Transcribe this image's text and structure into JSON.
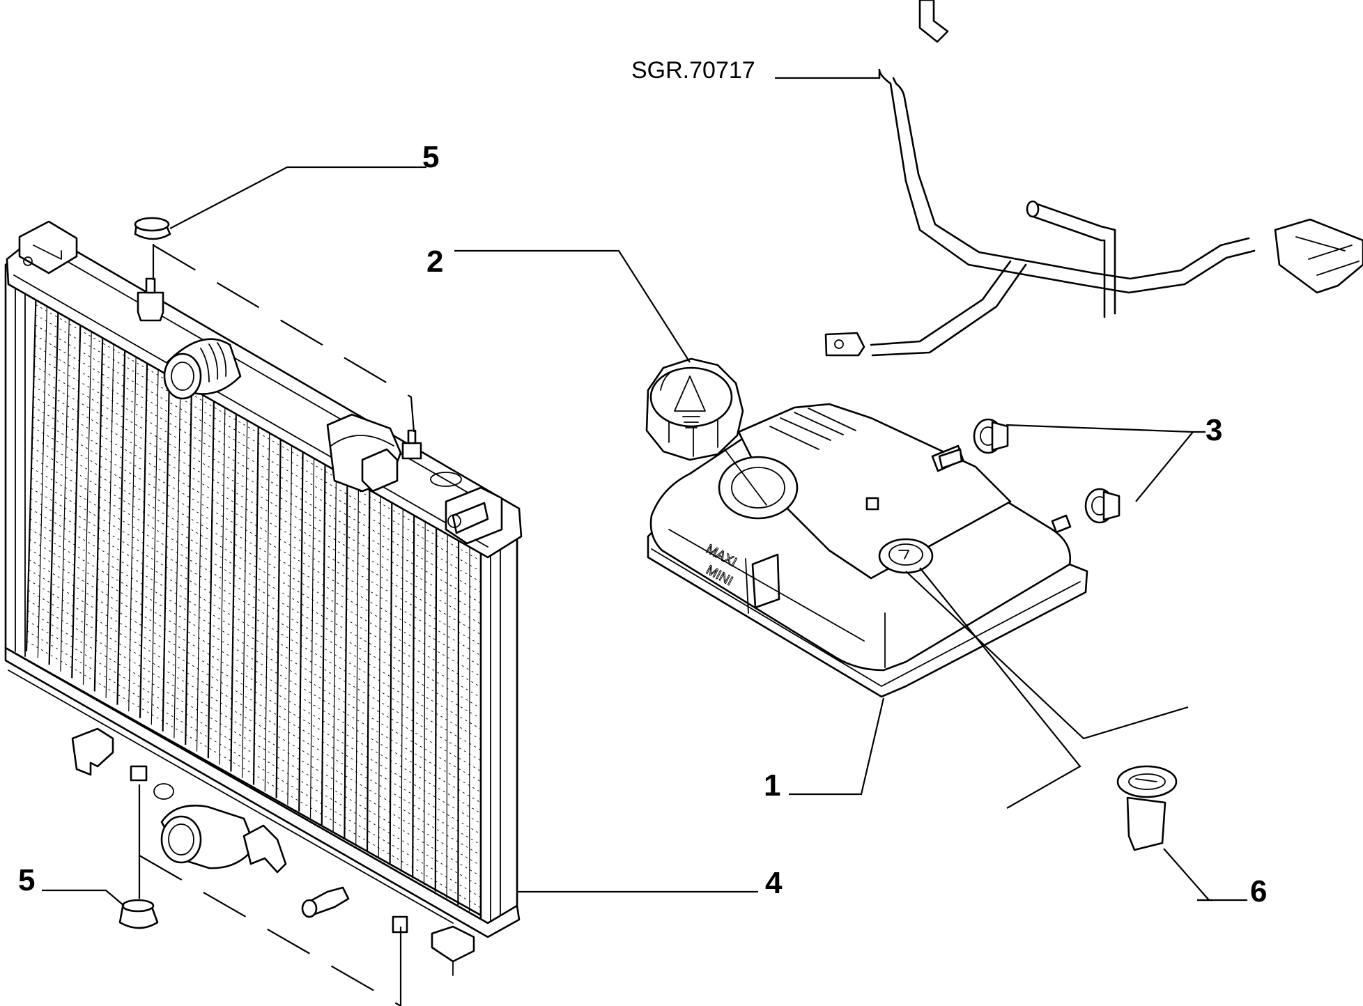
{
  "reference_code": "SGR.70717",
  "callouts": {
    "expansion_tank": "1",
    "filler_cap": "2",
    "tank_fastener": "3",
    "radiator": "4",
    "rubber_mount_top": "5",
    "rubber_mount_bottom": "5",
    "level_sensor_plug": "6"
  },
  "tank_level_marks": {
    "max": "MAXI",
    "min": "MINI"
  },
  "colors": {
    "line": "#000000",
    "background": "#ffffff"
  }
}
